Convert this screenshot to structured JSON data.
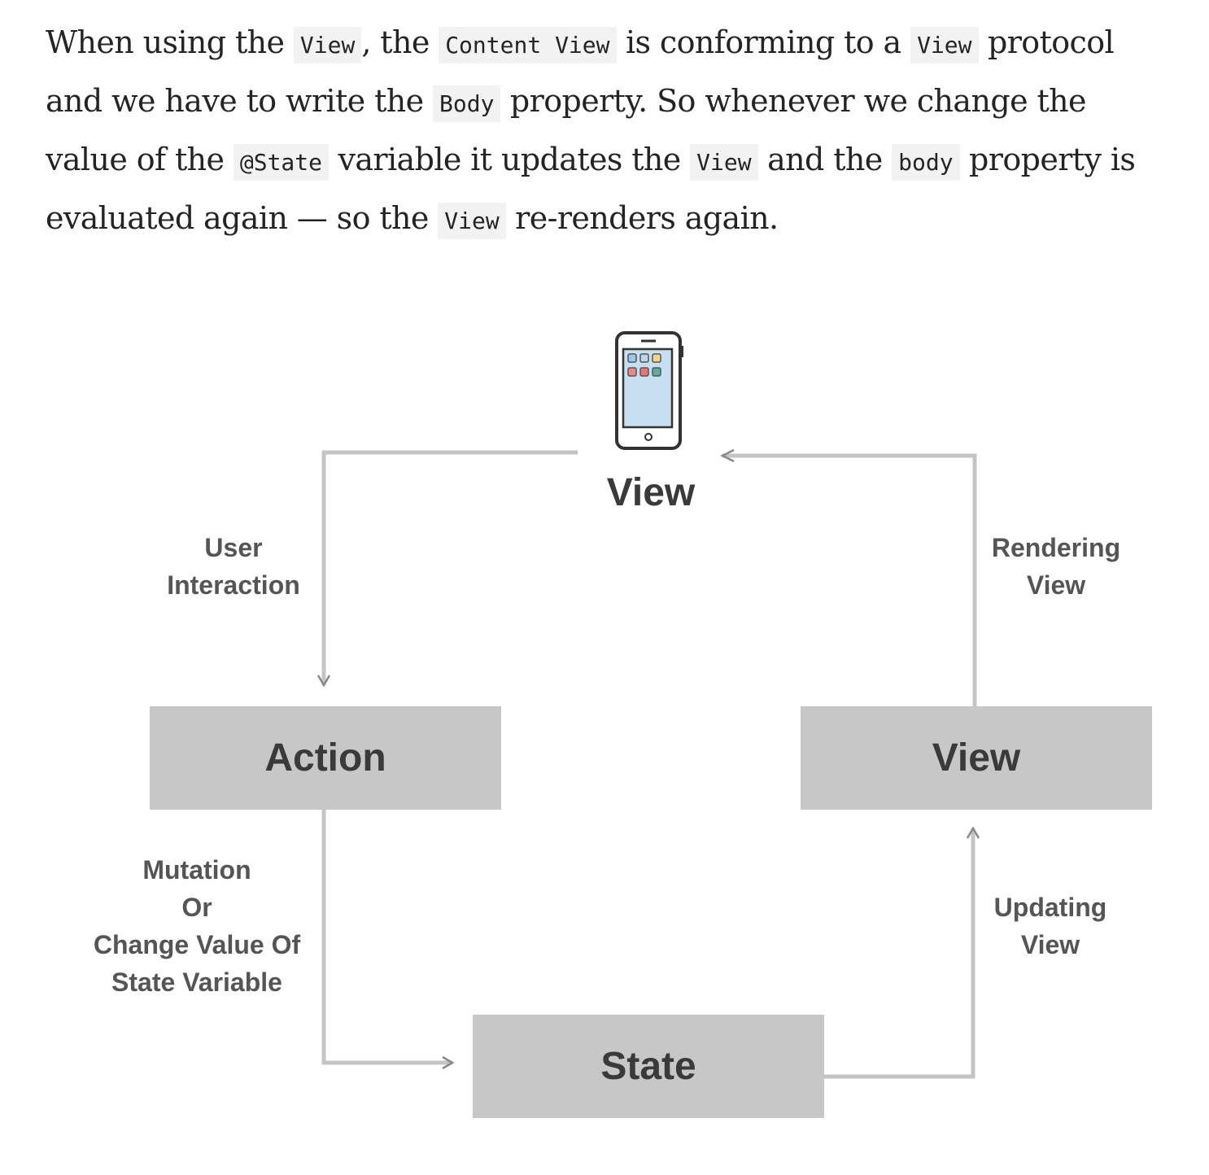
{
  "paragraph": {
    "s1": "When using the ",
    "c1": "View",
    "s2": ", the ",
    "c2": "Content View",
    "s3": " is conforming to a ",
    "c3": "View",
    "s4": " protocol and we have to write the ",
    "c4": "Body",
    "s5": " property. So whenever we change the value of the ",
    "c5": "@State",
    "s6": " variable it updates the ",
    "c6": "View",
    "s7": " and the ",
    "c7": "body",
    "s8": " property is evaluated again — so the ",
    "c8": "View",
    "s9": " re-renders again."
  },
  "diagram": {
    "top_node": {
      "label": "View",
      "icon": "smartphone-icon"
    },
    "nodes": {
      "action": "Action",
      "view": "View",
      "state": "State"
    },
    "edges": {
      "user_interaction": [
        "User",
        "Interaction"
      ],
      "mutation": [
        "Mutation",
        "Or",
        "Change Value Of",
        "State Variable"
      ],
      "updating_view": [
        "Updating",
        "View"
      ],
      "rendering_view": [
        "Rendering",
        "View"
      ]
    },
    "colors": {
      "box": "#c7c7c7",
      "line": "#c4c4c4",
      "arrow": "#888888"
    }
  }
}
